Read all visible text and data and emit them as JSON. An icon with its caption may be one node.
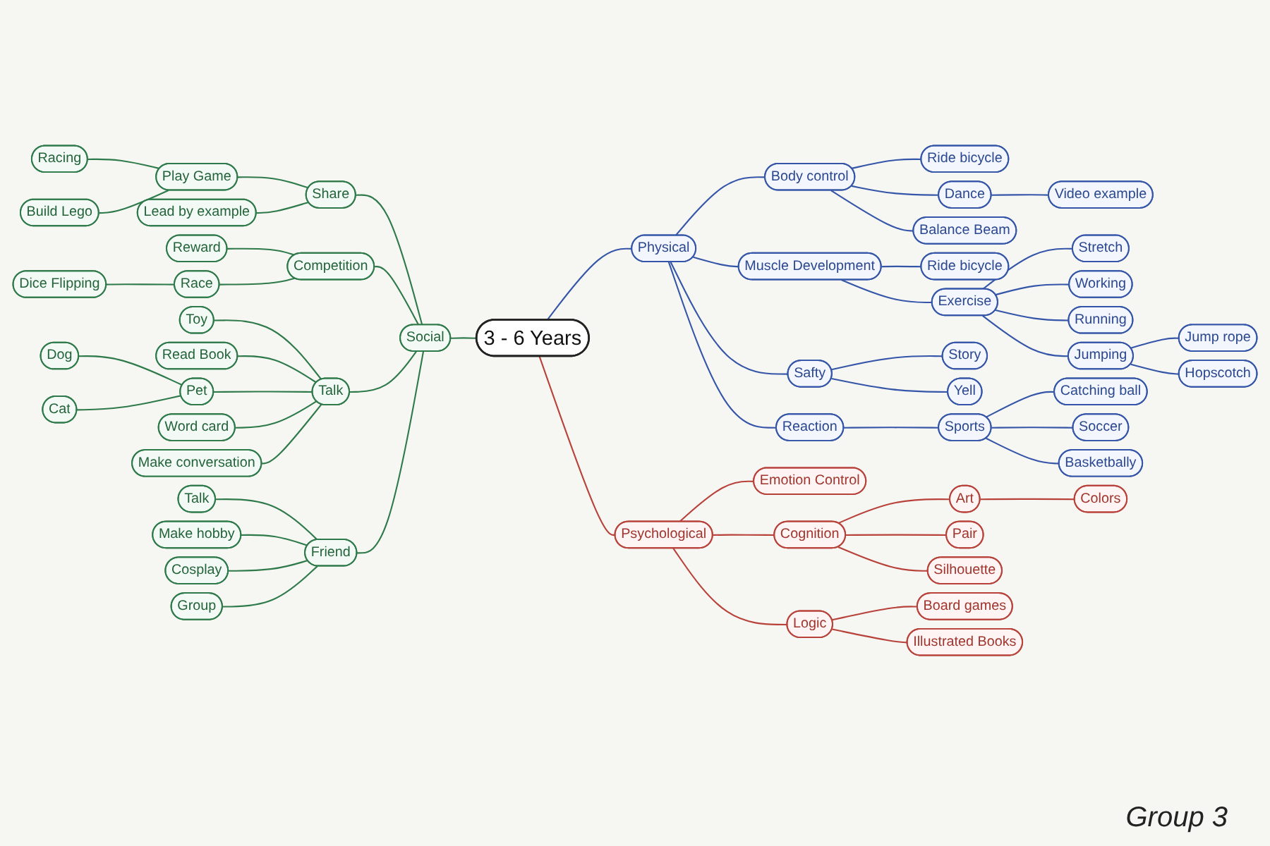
{
  "diagram": {
    "nodes": [
      {
        "text": [
          "3 - 6 Years"
        ]
      },
      {
        "text": [
          "Social"
        ]
      },
      {
        "text": [
          "Share"
        ]
      },
      {
        "text": [
          "Play Game"
        ]
      },
      {
        "text": [
          "Racing"
        ]
      },
      {
        "text": [
          "Build Lego"
        ]
      },
      {
        "text": [
          "Lead by example"
        ]
      },
      {
        "text": [
          "Competition"
        ]
      },
      {
        "text": [
          "Reward"
        ]
      },
      {
        "text": [
          "Race"
        ]
      },
      {
        "text": [
          "Dice Flipping"
        ]
      },
      {
        "text": [
          "Talk"
        ]
      },
      {
        "text": [
          "Toy"
        ]
      },
      {
        "text": [
          "Read Book"
        ]
      },
      {
        "text": [
          "Pet"
        ]
      },
      {
        "text": [
          "Dog"
        ]
      },
      {
        "text": [
          "Cat"
        ]
      },
      {
        "text": [
          "Word card"
        ]
      },
      {
        "text": [
          "Make conversation"
        ]
      },
      {
        "text": [
          "Friend"
        ]
      },
      {
        "text": [
          "Talk"
        ]
      },
      {
        "text": [
          "Make hobby"
        ]
      },
      {
        "text": [
          "Cosplay"
        ]
      },
      {
        "text": [
          "Group"
        ]
      },
      {
        "text": [
          "Physical"
        ]
      },
      {
        "text": [
          "Body control"
        ]
      },
      {
        "text": [
          "Ride bicycle"
        ]
      },
      {
        "text": [
          "Dance"
        ]
      },
      {
        "text": [
          "Video example"
        ]
      },
      {
        "text": [
          "Balance Beam"
        ]
      },
      {
        "text": [
          "Muscle Development"
        ]
      },
      {
        "text": [
          "Ride bicycle"
        ]
      },
      {
        "text": [
          "Exercise"
        ]
      },
      {
        "text": [
          "Stretch"
        ]
      },
      {
        "text": [
          "Working"
        ]
      },
      {
        "text": [
          "Running"
        ]
      },
      {
        "text": [
          "Jumping"
        ]
      },
      {
        "text": [
          "Jump rope"
        ]
      },
      {
        "text": [
          "Hopscotch"
        ]
      },
      {
        "text": [
          "Safty"
        ]
      },
      {
        "text": [
          "Story"
        ]
      },
      {
        "text": [
          "Yell"
        ]
      },
      {
        "text": [
          "Reaction"
        ]
      },
      {
        "text": [
          "Sports"
        ]
      },
      {
        "text": [
          "Catching ball"
        ]
      },
      {
        "text": [
          "Soccer"
        ]
      },
      {
        "text": [
          "Basketbally"
        ]
      },
      {
        "text": [
          "Psychological"
        ]
      },
      {
        "text": [
          "Emotion Control"
        ]
      },
      {
        "text": [
          "Cognition"
        ]
      },
      {
        "text": [
          "Art"
        ]
      },
      {
        "text": [
          "Colors"
        ]
      },
      {
        "text": [
          "Pair"
        ]
      },
      {
        "text": [
          "Silhouette"
        ]
      },
      {
        "text": [
          "Logic"
        ]
      },
      {
        "text": [
          "Board games"
        ]
      },
      {
        "text": [
          "Illustrated Books"
        ]
      }
    ],
    "edges": [
      {
        "from": 1,
        "to": 0,
        "arrow": "none"
      },
      {
        "from": 2,
        "to": 1,
        "arrow": "none"
      },
      {
        "from": 3,
        "to": 2,
        "arrow": "none"
      },
      {
        "from": 4,
        "to": 3,
        "arrow": "none"
      },
      {
        "from": 5,
        "to": 3,
        "arrow": "none"
      },
      {
        "from": 6,
        "to": 2,
        "arrow": "none"
      },
      {
        "from": 7,
        "to": 1,
        "arrow": "none"
      },
      {
        "from": 8,
        "to": 7,
        "arrow": "none"
      },
      {
        "from": 9,
        "to": 7,
        "arrow": "none"
      },
      {
        "from": 10,
        "to": 9,
        "arrow": "none"
      },
      {
        "from": 11,
        "to": 1,
        "arrow": "none"
      },
      {
        "from": 12,
        "to": 11,
        "arrow": "none"
      },
      {
        "from": 13,
        "to": 11,
        "arrow": "none"
      },
      {
        "from": 14,
        "to": 11,
        "arrow": "none"
      },
      {
        "from": 15,
        "to": 14,
        "arrow": "none"
      },
      {
        "from": 16,
        "to": 14,
        "arrow": "none"
      },
      {
        "from": 17,
        "to": 11,
        "arrow": "none"
      },
      {
        "from": 18,
        "to": 11,
        "arrow": "none"
      },
      {
        "from": 19,
        "to": 1,
        "arrow": "none"
      },
      {
        "from": 20,
        "to": 19,
        "arrow": "none"
      },
      {
        "from": 21,
        "to": 19,
        "arrow": "none"
      },
      {
        "from": 22,
        "to": 19,
        "arrow": "none"
      },
      {
        "from": 23,
        "to": 19,
        "arrow": "none"
      },
      {
        "from": 0,
        "to": 24,
        "arrow": "none",
        "color": "#3556a8"
      },
      {
        "from": 24,
        "to": 25,
        "arrow": "none",
        "color": "#3556a8"
      },
      {
        "from": 25,
        "to": 26,
        "arrow": "none",
        "color": "#3556a8"
      },
      {
        "from": 25,
        "to": 27,
        "arrow": "none",
        "color": "#3556a8"
      },
      {
        "from": 27,
        "to": 28,
        "arrow": "none",
        "color": "#3556a8"
      },
      {
        "from": 25,
        "to": 29,
        "arrow": "none",
        "color": "#3556a8"
      },
      {
        "from": 24,
        "to": 30,
        "arrow": "none",
        "color": "#3556a8"
      },
      {
        "from": 30,
        "to": 31,
        "arrow": "none",
        "color": "#3556a8"
      },
      {
        "from": 30,
        "to": 32,
        "arrow": "none",
        "color": "#3556a8"
      },
      {
        "from": 32,
        "to": 33,
        "arrow": "none",
        "color": "#3556a8"
      },
      {
        "from": 32,
        "to": 34,
        "arrow": "none",
        "color": "#3556a8"
      },
      {
        "from": 32,
        "to": 35,
        "arrow": "none",
        "color": "#3556a8"
      },
      {
        "from": 32,
        "to": 36,
        "arrow": "none",
        "color": "#3556a8"
      },
      {
        "from": 36,
        "to": 37,
        "arrow": "none",
        "color": "#3556a8"
      },
      {
        "from": 36,
        "to": 38,
        "arrow": "none",
        "color": "#3556a8"
      },
      {
        "from": 24,
        "to": 39,
        "arrow": "none",
        "color": "#3556a8"
      },
      {
        "from": 39,
        "to": 40,
        "arrow": "none",
        "color": "#3556a8"
      },
      {
        "from": 39,
        "to": 41,
        "arrow": "none",
        "color": "#3556a8"
      },
      {
        "from": 24,
        "to": 42,
        "arrow": "none",
        "color": "#3556a8"
      },
      {
        "from": 42,
        "to": 43,
        "arrow": "none",
        "color": "#3556a8"
      },
      {
        "from": 43,
        "to": 44,
        "arrow": "none",
        "color": "#3556a8"
      },
      {
        "from": 43,
        "to": 45,
        "arrow": "none",
        "color": "#3556a8"
      },
      {
        "from": 43,
        "to": 46,
        "arrow": "none",
        "color": "#3556a8"
      },
      {
        "from": 0,
        "to": 47,
        "arrow": "none",
        "color": "#b8423a"
      },
      {
        "from": 47,
        "to": 48,
        "arrow": "none",
        "color": "#b8423a"
      },
      {
        "from": 47,
        "to": 49,
        "arrow": "none",
        "color": "#b8423a"
      },
      {
        "from": 49,
        "to": 50,
        "arrow": "none",
        "color": "#b8423a"
      },
      {
        "from": 50,
        "to": 51,
        "arrow": "none",
        "color": "#b8423a"
      },
      {
        "from": 49,
        "to": 52,
        "arrow": "none",
        "color": "#b8423a"
      },
      {
        "from": 49,
        "to": 53,
        "arrow": "none",
        "color": "#b8423a"
      },
      {
        "from": 47,
        "to": 54,
        "arrow": "none",
        "color": "#b8423a"
      },
      {
        "from": 54,
        "to": 55,
        "arrow": "none",
        "color": "#b8423a"
      },
      {
        "from": 54,
        "to": 56,
        "arrow": "none",
        "color": "#b8423a"
      }
    ],
    "labels": [
      "Group 3"
    ]
  }
}
